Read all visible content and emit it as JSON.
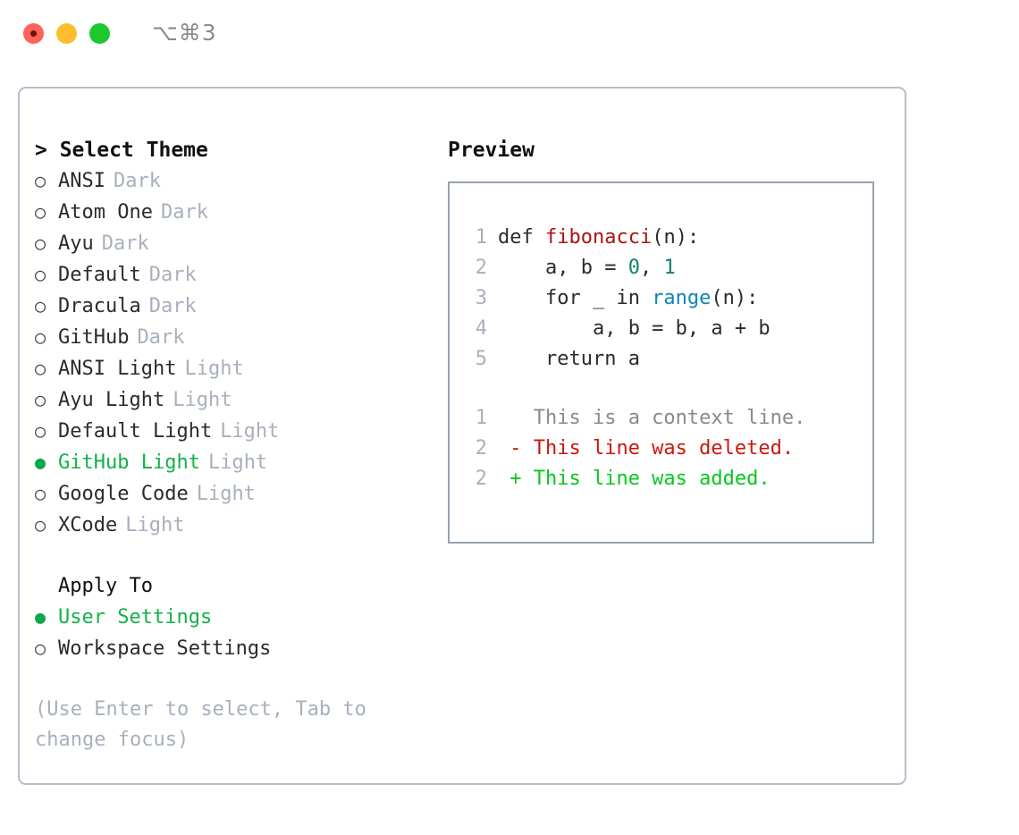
{
  "titlebar": {
    "shortcut": "⌥⌘3",
    "lights": [
      "close-red",
      "minimize-yellow",
      "zoom-green"
    ]
  },
  "theme_panel": {
    "header": "> Select Theme",
    "themes": [
      {
        "marker": "○",
        "name": "ANSI",
        "kind": "Dark",
        "selected": false
      },
      {
        "marker": "○",
        "name": "Atom One",
        "kind": "Dark",
        "selected": false
      },
      {
        "marker": "○",
        "name": "Ayu",
        "kind": "Dark",
        "selected": false
      },
      {
        "marker": "○",
        "name": "Default",
        "kind": "Dark",
        "selected": false
      },
      {
        "marker": "○",
        "name": "Dracula",
        "kind": "Dark",
        "selected": false
      },
      {
        "marker": "○",
        "name": "GitHub",
        "kind": "Dark",
        "selected": false
      },
      {
        "marker": "○",
        "name": "ANSI Light",
        "kind": "Light",
        "selected": false
      },
      {
        "marker": "○",
        "name": "Ayu Light",
        "kind": "Light",
        "selected": false
      },
      {
        "marker": "○",
        "name": "Default Light",
        "kind": "Light",
        "selected": false
      },
      {
        "marker": "●",
        "name": "GitHub Light",
        "kind": "Light",
        "selected": true
      },
      {
        "marker": "○",
        "name": "Google Code",
        "kind": "Light",
        "selected": false
      },
      {
        "marker": "○",
        "name": "XCode",
        "kind": "Light",
        "selected": false
      }
    ],
    "apply_to": {
      "title": "Apply To",
      "options": [
        {
          "marker": "●",
          "name": "User Settings",
          "selected": true
        },
        {
          "marker": "○",
          "name": "Workspace Settings",
          "selected": false
        }
      ]
    },
    "hint": "(Use Enter to select, Tab to change focus)"
  },
  "preview": {
    "title": "Preview",
    "code_lines": [
      {
        "no": "1",
        "tokens": [
          {
            "t": "def ",
            "c": "plain"
          },
          {
            "t": "fibonacci",
            "c": "fn"
          },
          {
            "t": "(n):",
            "c": "plain"
          }
        ]
      },
      {
        "no": "2",
        "tokens": [
          {
            "t": "    a, b = ",
            "c": "plain"
          },
          {
            "t": "0",
            "c": "num"
          },
          {
            "t": ", ",
            "c": "plain"
          },
          {
            "t": "1",
            "c": "num"
          }
        ]
      },
      {
        "no": "3",
        "tokens": [
          {
            "t": "    for _ in ",
            "c": "plain"
          },
          {
            "t": "range",
            "c": "call"
          },
          {
            "t": "(n):",
            "c": "plain"
          }
        ]
      },
      {
        "no": "4",
        "tokens": [
          {
            "t": "        a, b = b, a + b",
            "c": "plain"
          }
        ]
      },
      {
        "no": "5",
        "tokens": [
          {
            "t": "    return a",
            "c": "plain"
          }
        ]
      }
    ],
    "diff_lines": [
      {
        "no": "1",
        "text": "   This is a context line.",
        "kind": "ctx"
      },
      {
        "no": "2",
        "text": " - This line was deleted.",
        "kind": "del"
      },
      {
        "no": "2",
        "text": " + This line was added.",
        "kind": "add"
      }
    ]
  },
  "colors": {
    "panel_border": "#b6bec9",
    "preview_border": "#97a2b0",
    "muted": "#a8b0bd",
    "selected_green": "#11b24a",
    "diff_add": "#05c81f",
    "diff_del": "#cc1710",
    "syntax_function": "#ab1410",
    "syntax_number": "#0f8070",
    "syntax_call": "#0e86b5",
    "text": "#2b2b2b"
  }
}
